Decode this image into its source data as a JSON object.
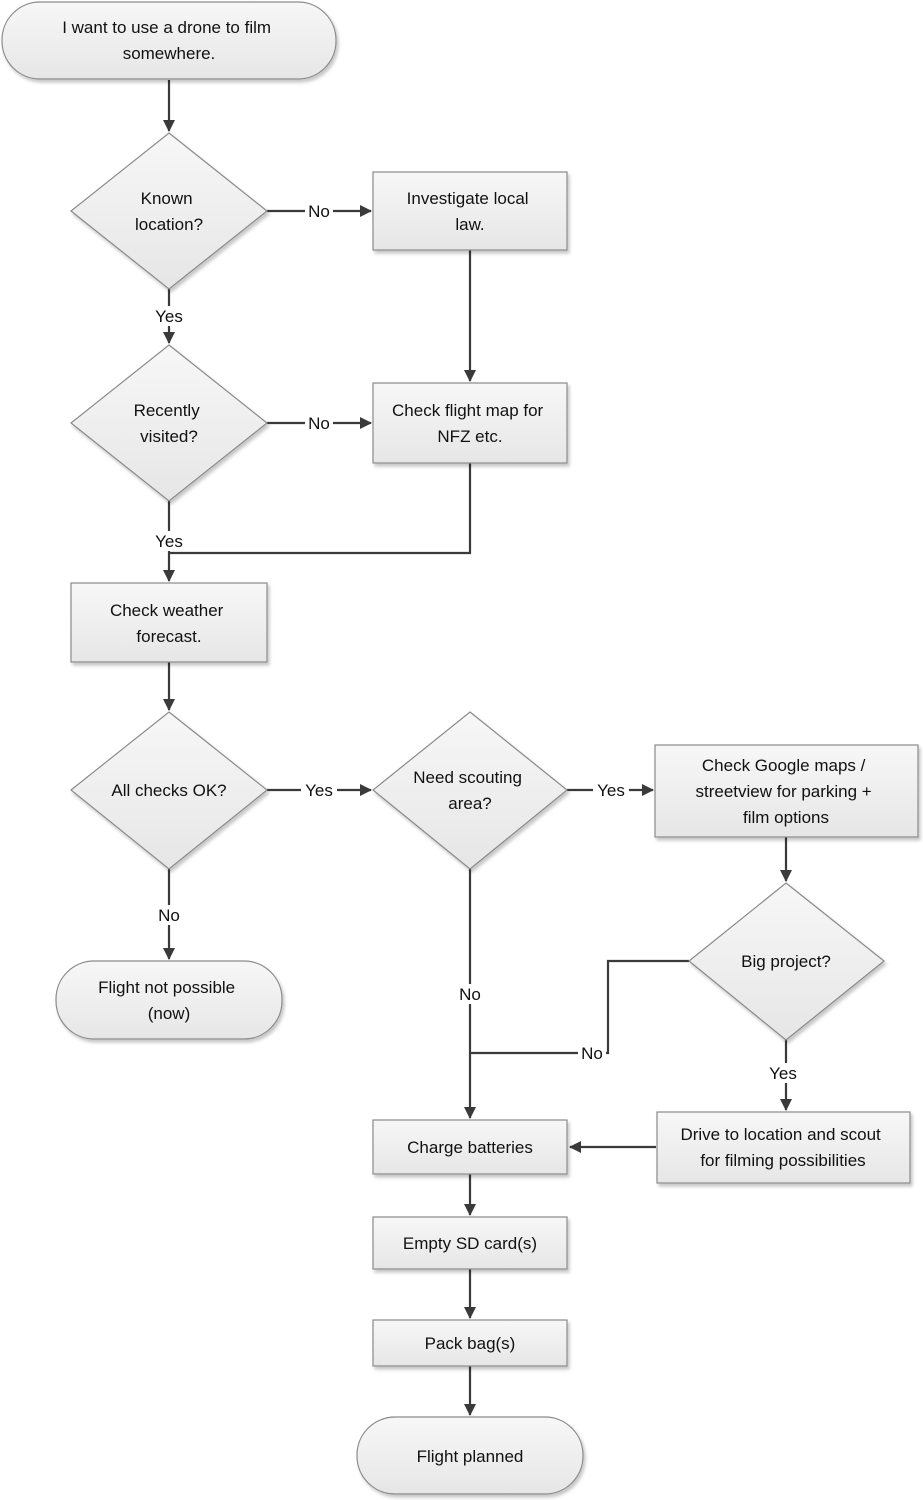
{
  "nodes": {
    "start": {
      "lines": [
        "I want to use a drone to film",
        "somewhere."
      ]
    },
    "known_location": {
      "lines": [
        "Known",
        "location?"
      ]
    },
    "investigate_law": {
      "lines": [
        "Investigate local",
        "law."
      ]
    },
    "recently_visited": {
      "lines": [
        "Recently",
        "visited?"
      ]
    },
    "check_flight_map": {
      "lines": [
        "Check flight map for",
        "NFZ etc."
      ]
    },
    "check_weather": {
      "lines": [
        "Check weather",
        "forecast."
      ]
    },
    "all_checks": {
      "lines": [
        "All checks OK?"
      ]
    },
    "need_scouting": {
      "lines": [
        "Need scouting",
        "area?"
      ]
    },
    "check_google": {
      "lines": [
        "Check Google maps /",
        "streetview for parking +",
        "film options"
      ]
    },
    "flight_not_possible": {
      "lines": [
        "Flight not possible",
        "(now)"
      ]
    },
    "big_project": {
      "lines": [
        "Big project?"
      ]
    },
    "drive_scout": {
      "lines": [
        "Drive to location and scout",
        "for filming possibilities"
      ]
    },
    "charge_batteries": {
      "lines": [
        "Charge batteries"
      ]
    },
    "empty_sd": {
      "lines": [
        "Empty SD card(s)"
      ]
    },
    "pack_bag": {
      "lines": [
        "Pack bag(s)"
      ]
    },
    "flight_planned": {
      "lines": [
        "Flight planned"
      ]
    }
  },
  "edge_labels": {
    "known_no": "No",
    "known_yes": "Yes",
    "visited_no": "No",
    "visited_yes": "Yes",
    "checks_yes": "Yes",
    "checks_no": "No",
    "scouting_yes": "Yes",
    "scouting_no": "No",
    "big_no": "No",
    "big_yes": "Yes"
  }
}
